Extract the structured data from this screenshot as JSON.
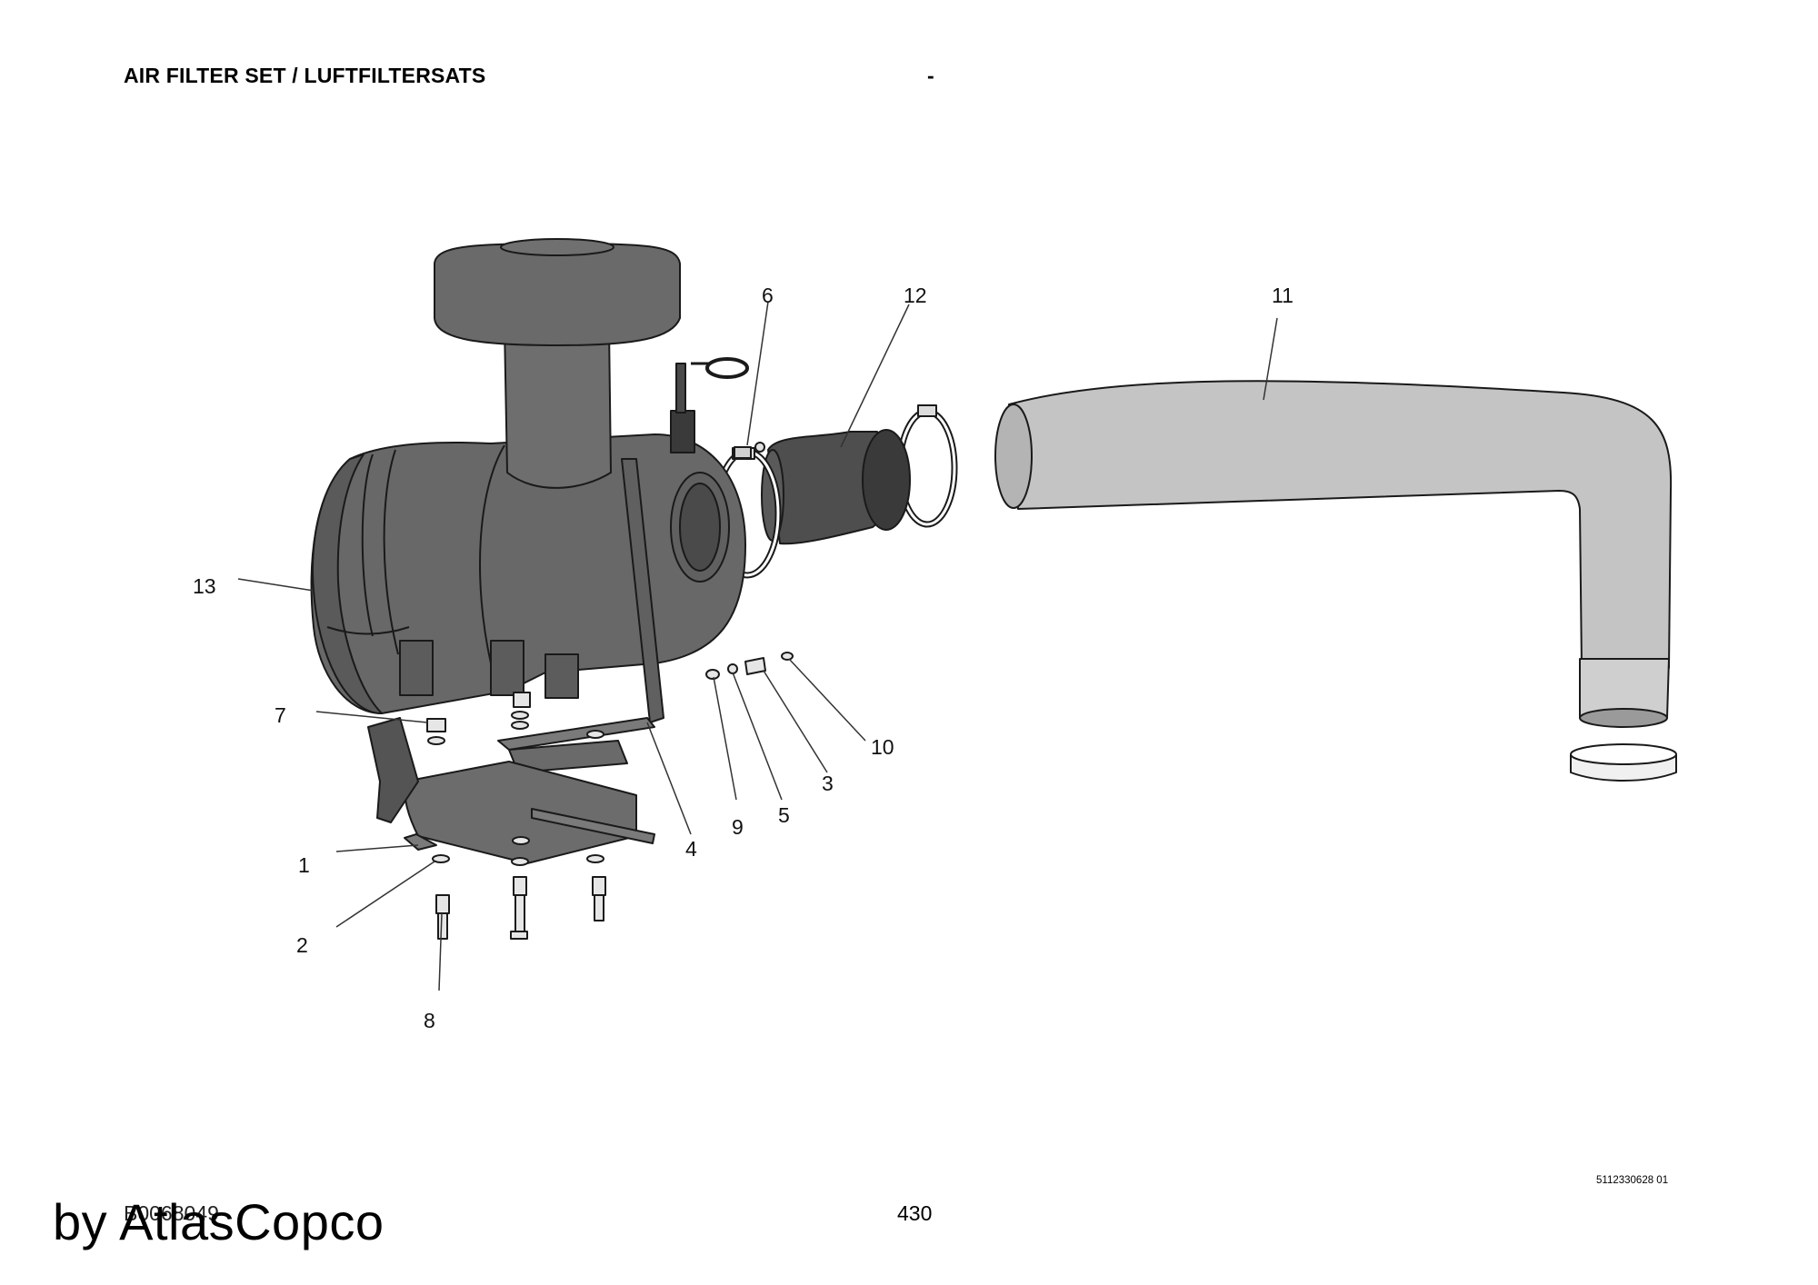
{
  "header": {
    "title": "AIR FILTER SET / LUFTFILTERSATS",
    "dash": "-"
  },
  "footer": {
    "drawing_code": "B0068049",
    "page_number": "430",
    "document_number": "5112330628 01"
  },
  "watermark": "by AtlasCopco",
  "callouts": [
    "1",
    "2",
    "3",
    "4",
    "5",
    "6",
    "7",
    "8",
    "9",
    "10",
    "11",
    "12",
    "13"
  ],
  "colors": {
    "filter_body": "#686868",
    "pipe": "#c4c4c4",
    "hose": "#4e4e4e",
    "outline": "#1a1a1a"
  }
}
